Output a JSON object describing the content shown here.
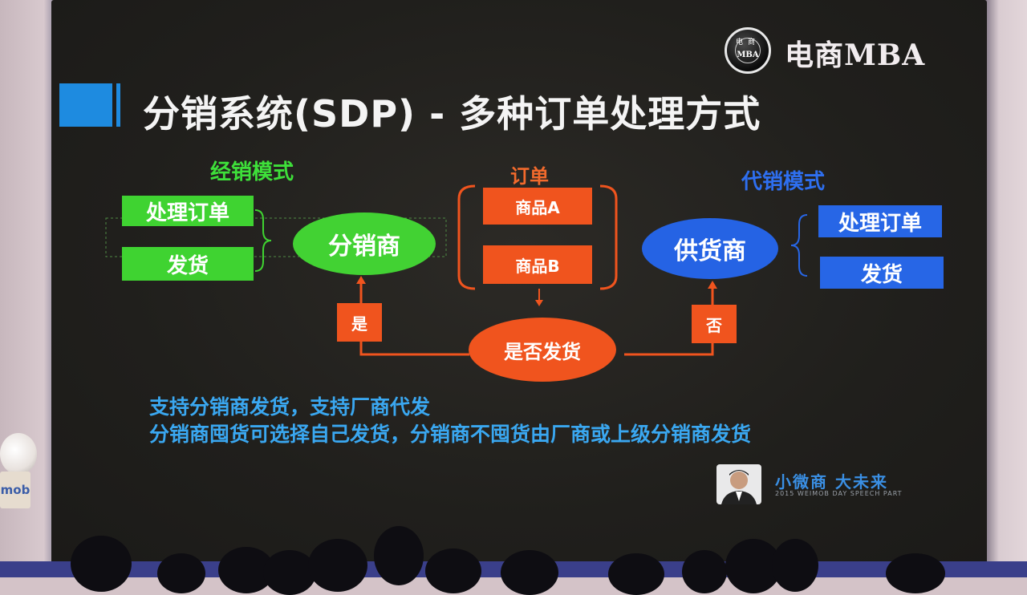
{
  "watermark": {
    "badge_top": "电商",
    "badge_bottom": "MBA",
    "text": "电商MBA"
  },
  "slide": {
    "title": "分销系统(SDP) - 多种订单处理方式",
    "left_model": {
      "label": "经销模式",
      "items": [
        "处理订单",
        "发货"
      ],
      "node": "分销商"
    },
    "order": {
      "label": "订单",
      "items": [
        "商品A",
        "商品B"
      ]
    },
    "decision": {
      "node": "是否发货",
      "yes": "是",
      "no": "否"
    },
    "right_model": {
      "label": "代销模式",
      "items": [
        "处理订单",
        "发货"
      ],
      "node": "供货商"
    },
    "captions": [
      "支持分销商发货，支持厂商代发",
      "分销商囤货可选择自己发货，分销商不囤货由厂商或上级分销商发货"
    ],
    "slogan": "小微商  大未来",
    "sub_slogan": "2015 WEIMOB DAY SPEECH PART"
  },
  "stage_sign": "mob",
  "colors": {
    "green": "#3fd331",
    "blue": "#2766e6",
    "orange": "#f0541e",
    "caption_blue": "#3aa7f0",
    "title_accent": "#1e8be0"
  }
}
